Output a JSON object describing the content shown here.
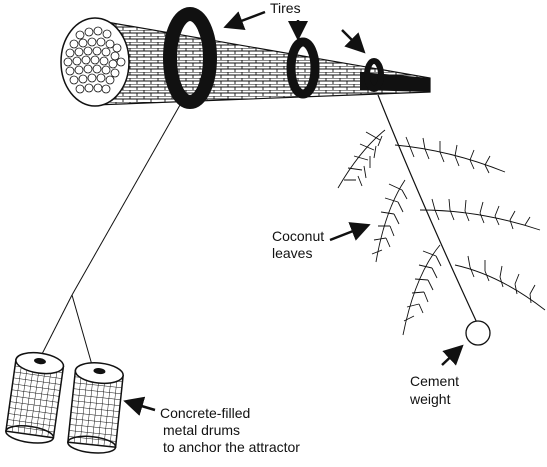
{
  "labels": {
    "tires": "Tires",
    "coconut_line1": "Coconut",
    "coconut_line2": "leaves",
    "cement_line1": "Cement",
    "cement_line2": "weight",
    "drums_line1": "Concrete-filled",
    "drums_line2": "metal drums",
    "drums_line3": "to anchor the attractor"
  },
  "colors": {
    "ink": "#111111",
    "paper": "#ffffff"
  }
}
